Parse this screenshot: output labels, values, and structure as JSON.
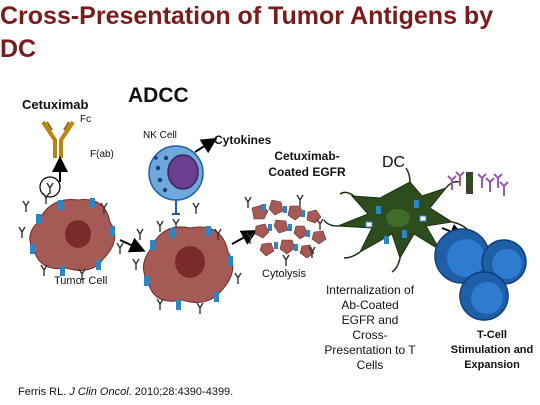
{
  "title": "Cross-Presentation of Tumor Antigens by DC",
  "labels": {
    "cetuximab": "Cetuximab",
    "fc": "Fc",
    "fab": "F(ab)",
    "adcc": "ADCC",
    "nk_cell": "NK Cell",
    "cytokines": "Cytokines",
    "coated_egfr": "Cetuximab-Coated EGFR",
    "dc": "DC",
    "tumor_cell": "Tumor Cell",
    "cytolysis": "Cytolysis",
    "internalization": "Internalization of Ab-Coated EGFR and Cross-Presentation to T Cells",
    "tcell": "T-Cell Stimulation and Expansion"
  },
  "citation": {
    "author": "Ferris RL. ",
    "journal": "J Clin Oncol",
    "rest": ". 2010;28:4390-4399."
  },
  "colors": {
    "title": "#7a1c1c",
    "tumor_cell": "#a55a55",
    "nucleus": "#7a2a2a",
    "receptor": "#2e86c1",
    "antibody": "#b8860b",
    "nk_cell": "#6fa8dc",
    "nk_nucleus": "#6a3f8f",
    "dc": "#2e4d1f",
    "tcell": "#1f5fa8",
    "mhc": "#9b59b6"
  }
}
